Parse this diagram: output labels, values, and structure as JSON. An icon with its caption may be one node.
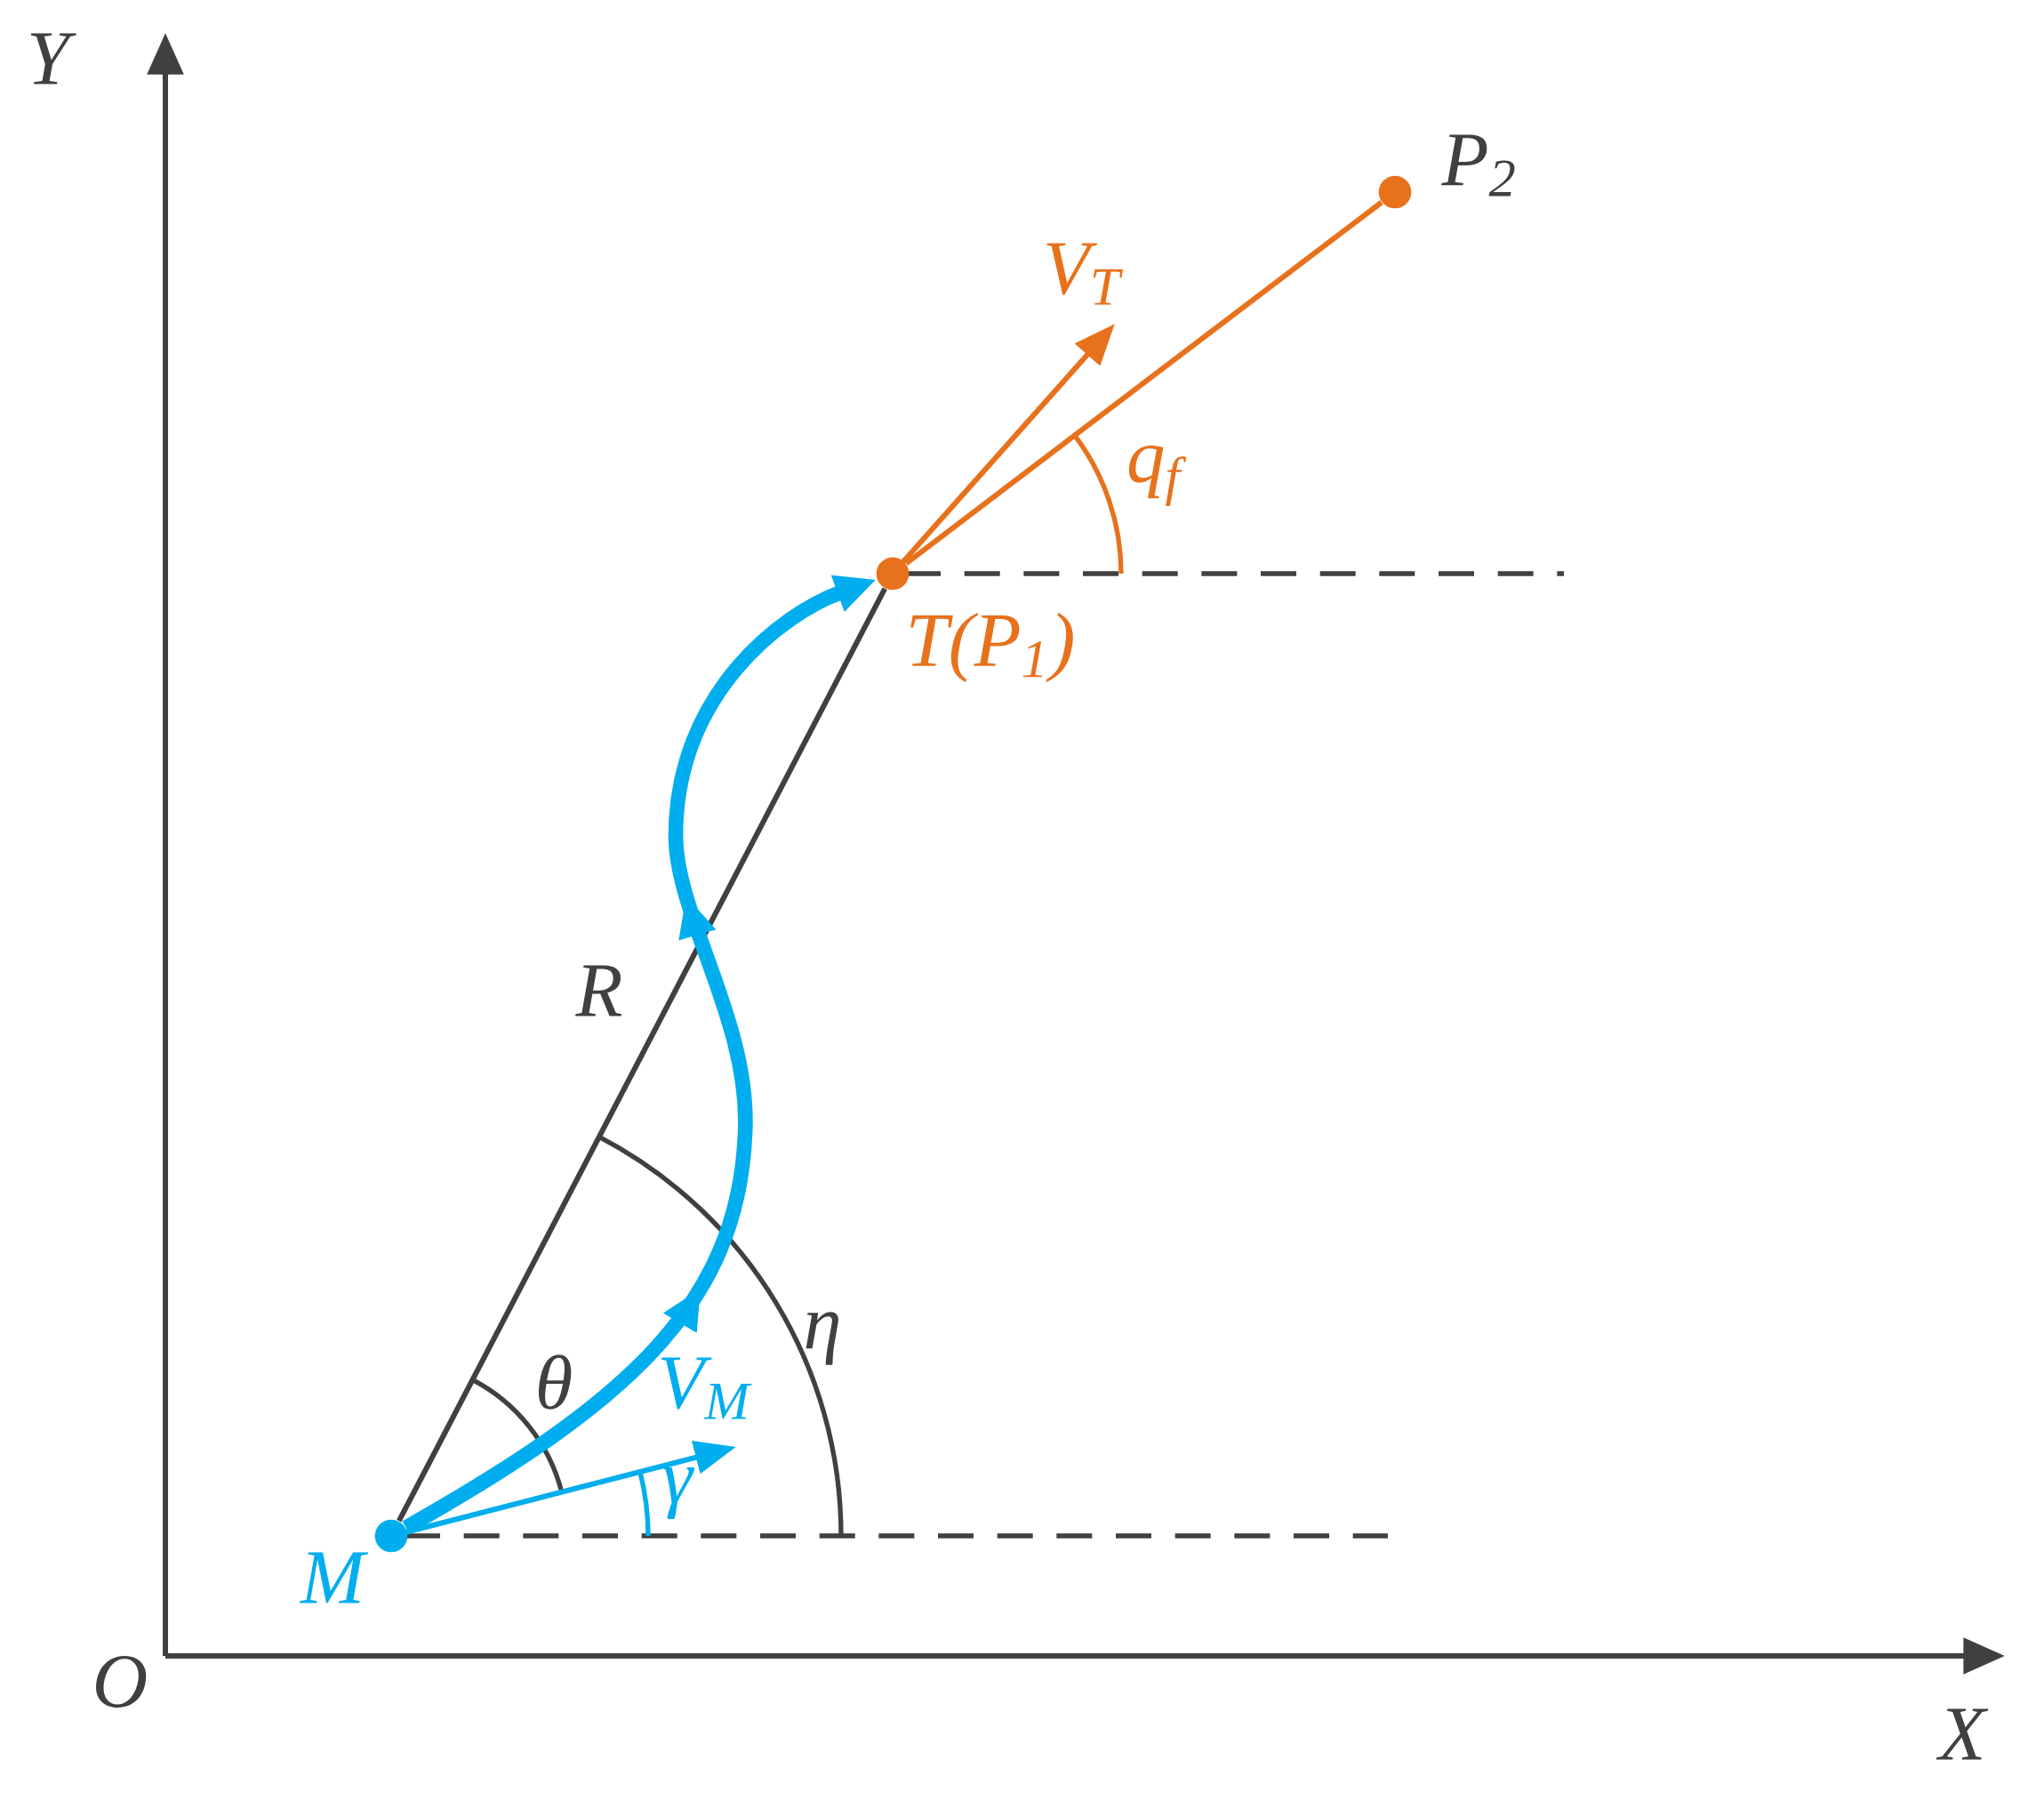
{
  "diagram": {
    "nodes": [
      {
        "text": [],
        "shape": "circle",
        "beside": [
          "M"
        ]
      },
      {
        "text": [],
        "shape": "circle",
        "beside": [
          "T(P$_{1}$)"
        ]
      },
      {
        "text": [],
        "shape": "circle",
        "beside": [
          "P$_{2}$"
        ]
      }
    ],
    "edges": [
      {
        "from": 0,
        "to": 1,
        "arrow": "none",
        "label": "R"
      },
      {
        "from": 1,
        "to": 2,
        "arrow": "none",
        "color": "#e8711c"
      },
      {
        "from": 0,
        "to": 1,
        "arrow": "to",
        "style": "thick",
        "color": "#00aeef"
      }
    ],
    "labels": [
      "Y",
      "V$_{T}$",
      "q$_{f}$",
      "θ",
      "η",
      "V$_{M}$",
      "γ",
      "O",
      "X"
    ]
  }
}
